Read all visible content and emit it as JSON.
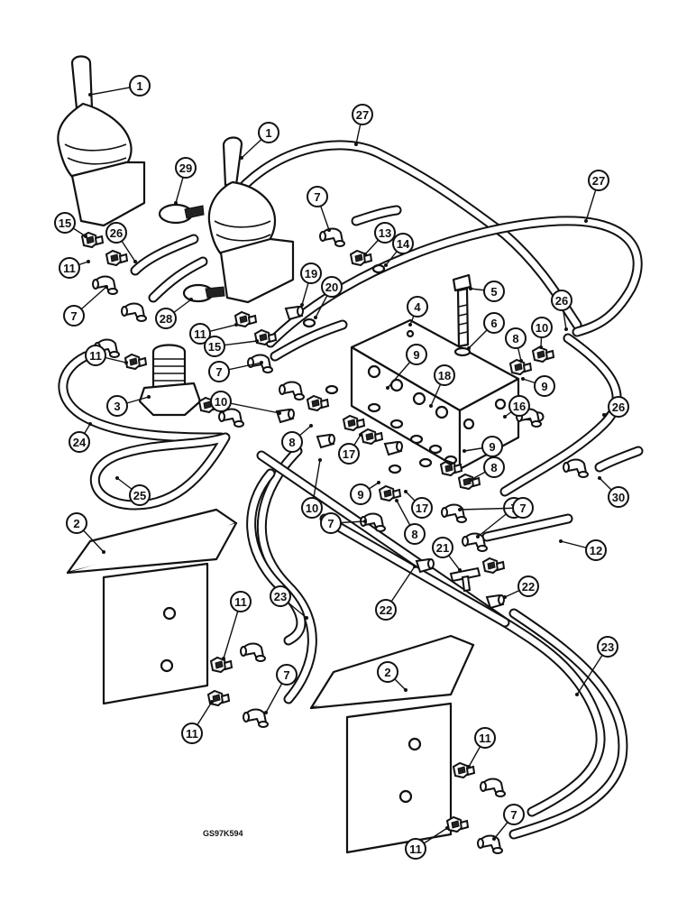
{
  "reference_code": "GS97K594",
  "callouts": [
    {
      "id": "c1a",
      "label": "1"
    },
    {
      "id": "c1b",
      "label": "1"
    },
    {
      "id": "c2a",
      "label": "2"
    },
    {
      "id": "c2b",
      "label": "2"
    },
    {
      "id": "c3",
      "label": "3"
    },
    {
      "id": "c4",
      "label": "4"
    },
    {
      "id": "c5",
      "label": "5"
    },
    {
      "id": "c6",
      "label": "6"
    },
    {
      "id": "c7a",
      "label": "7"
    },
    {
      "id": "c7b",
      "label": "7"
    },
    {
      "id": "c7c",
      "label": "7"
    },
    {
      "id": "c7d",
      "label": "7"
    },
    {
      "id": "c7e",
      "label": "7"
    },
    {
      "id": "c7f",
      "label": "7"
    },
    {
      "id": "c7g",
      "label": "7"
    },
    {
      "id": "c7h",
      "label": "7"
    },
    {
      "id": "c8a",
      "label": "8"
    },
    {
      "id": "c8b",
      "label": "8"
    },
    {
      "id": "c8c",
      "label": "8"
    },
    {
      "id": "c8d",
      "label": "8"
    },
    {
      "id": "c9a",
      "label": "9"
    },
    {
      "id": "c9b",
      "label": "9"
    },
    {
      "id": "c9c",
      "label": "9"
    },
    {
      "id": "c9d",
      "label": "9"
    },
    {
      "id": "c10a",
      "label": "10"
    },
    {
      "id": "c10b",
      "label": "10"
    },
    {
      "id": "c10c",
      "label": "10"
    },
    {
      "id": "c11a",
      "label": "11"
    },
    {
      "id": "c11b",
      "label": "11"
    },
    {
      "id": "c11c",
      "label": "11"
    },
    {
      "id": "c11d",
      "label": "11"
    },
    {
      "id": "c11e",
      "label": "11"
    },
    {
      "id": "c11f",
      "label": "11"
    },
    {
      "id": "c11g",
      "label": "11"
    },
    {
      "id": "c11h",
      "label": "11"
    },
    {
      "id": "c12",
      "label": "12"
    },
    {
      "id": "c13",
      "label": "13"
    },
    {
      "id": "c14",
      "label": "14"
    },
    {
      "id": "c15a",
      "label": "15"
    },
    {
      "id": "c15b",
      "label": "15"
    },
    {
      "id": "c16",
      "label": "16"
    },
    {
      "id": "c17a",
      "label": "17"
    },
    {
      "id": "c17b",
      "label": "17"
    },
    {
      "id": "c18",
      "label": "18"
    },
    {
      "id": "c19",
      "label": "19"
    },
    {
      "id": "c20",
      "label": "20"
    },
    {
      "id": "c21",
      "label": "21"
    },
    {
      "id": "c22a",
      "label": "22"
    },
    {
      "id": "c22b",
      "label": "22"
    },
    {
      "id": "c23a",
      "label": "23"
    },
    {
      "id": "c23b",
      "label": "23"
    },
    {
      "id": "c24",
      "label": "24"
    },
    {
      "id": "c25",
      "label": "25"
    },
    {
      "id": "c26a",
      "label": "26"
    },
    {
      "id": "c26b",
      "label": "26"
    },
    {
      "id": "c26c",
      "label": "26"
    },
    {
      "id": "c27a",
      "label": "27"
    },
    {
      "id": "c27b",
      "label": "27"
    },
    {
      "id": "c28",
      "label": "28"
    },
    {
      "id": "c29",
      "label": "29"
    },
    {
      "id": "c30",
      "label": "30"
    }
  ]
}
